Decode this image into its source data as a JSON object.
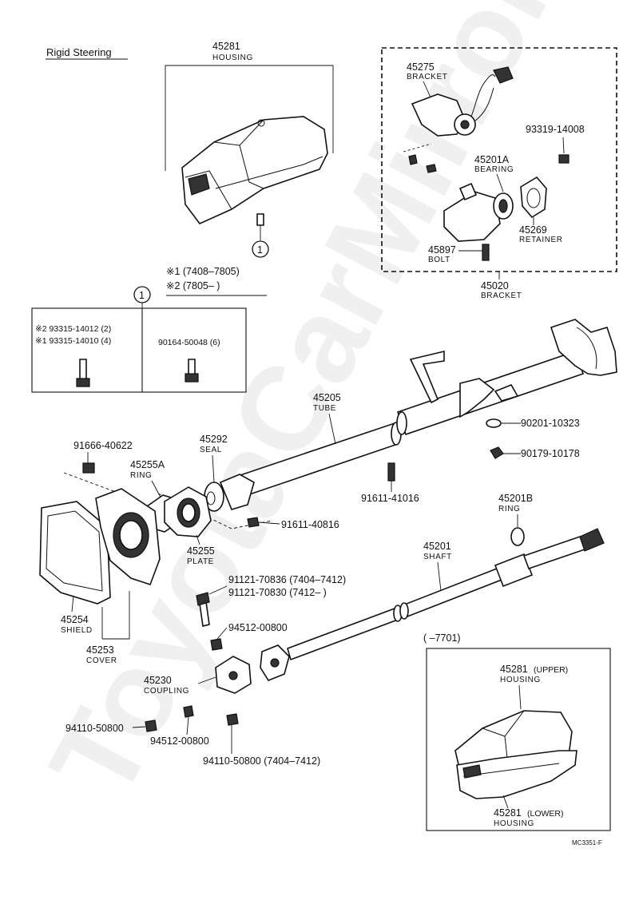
{
  "title": "Rigid Steering",
  "code": "MC3351-F",
  "watermark": "ToyotaCarMirror.ru",
  "notes": {
    "note1": "※1 (7408–7805)",
    "note2": "※2 (7805–        )"
  },
  "callout": "1",
  "parts": {
    "p45281": {
      "num": "45281",
      "label": "HOUSING"
    },
    "p45275": {
      "num": "45275",
      "label": "BRACKET"
    },
    "p93319": {
      "num": "93319-14008"
    },
    "p45201A": {
      "num": "45201A",
      "label": "BEARING"
    },
    "p45269": {
      "num": "45269",
      "label": "RETAINER"
    },
    "p45897": {
      "num": "45897",
      "label": "BOLT"
    },
    "p45020": {
      "num": "45020",
      "label": "BRACKET"
    },
    "screw1": "※2 93315-14012 (2)",
    "screw2": "※1 93315-14010 (4)",
    "screw3": "90164-50048 (6)",
    "p90201": {
      "num": "90201-10323"
    },
    "p90179": {
      "num": "90179-10178"
    },
    "p45205": {
      "num": "45205",
      "label": "TUBE"
    },
    "p91666": {
      "num": "91666-40622"
    },
    "p45292": {
      "num": "45292",
      "label": "SEAL"
    },
    "p45255A": {
      "num": "45255A",
      "label": "RING"
    },
    "p91611a": {
      "num": "91611-41016"
    },
    "p91611b": {
      "num": "91611-40816"
    },
    "p45201B": {
      "num": "45201B",
      "label": "RING"
    },
    "p45255": {
      "num": "45255",
      "label": "PLATE"
    },
    "p45201": {
      "num": "45201",
      "label": "SHAFT"
    },
    "p91121a": {
      "num": "91121-70836 (7404–7412)"
    },
    "p91121b": {
      "num": "91121-70830 (7412–        )"
    },
    "p45254": {
      "num": "45254",
      "label": "SHIELD"
    },
    "p45253": {
      "num": "45253",
      "label": "COVER"
    },
    "p94512a": {
      "num": "94512-00800"
    },
    "p45230": {
      "num": "45230",
      "label": "COUPLING"
    },
    "p94110a": {
      "num": "94110-50800"
    },
    "p94512b": {
      "num": "94512-00800"
    },
    "p94110b": {
      "num": "94110-50800 (7404–7412)"
    },
    "range": "(        –7701)",
    "pUpper": {
      "num": "45281",
      "label": "HOUSING",
      "qual": "(UPPER)"
    },
    "pLower": {
      "num": "45281",
      "label": "HOUSING",
      "qual": "(LOWER)"
    }
  }
}
